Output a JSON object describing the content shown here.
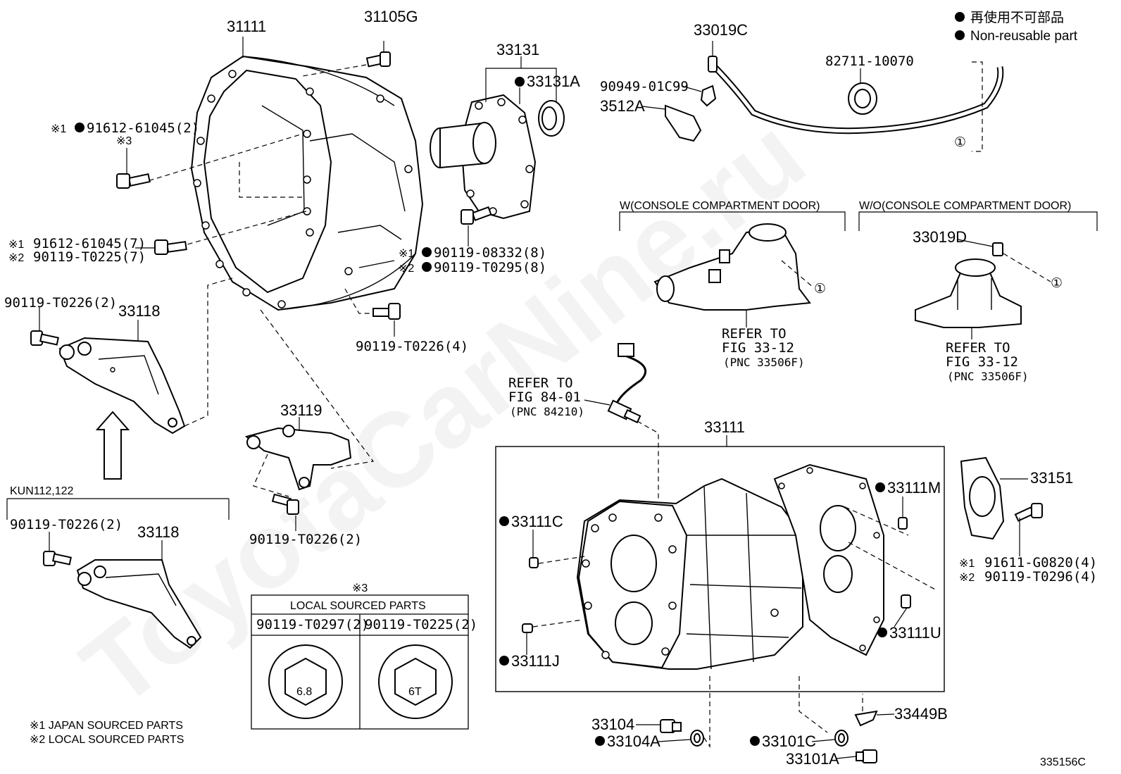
{
  "watermark": "ToyotaCarNine.ru",
  "legend": {
    "ja": "再使用不可部品",
    "en": "Non-reusable part"
  },
  "parts": {
    "p31111": "31111",
    "p31105G": "31105G",
    "p33131": "33131",
    "p33131A": "33131A",
    "p33019C": "33019C",
    "p90949": "90949-01C99",
    "p3512A": "3512A",
    "p82711": "82711-10070",
    "bolt_91612_2": "91612-61045(2)",
    "bolt_91612_7": "91612-61045(7)",
    "bolt_90119_T0225_7": "90119-T0225(7)",
    "bolt_90119_08332": "90119-08332(8)",
    "bolt_90119_T0295": "90119-T0295(8)",
    "bolt_90119_T0226_2a": "90119-T0226(2)",
    "p33118a": "33118",
    "bolt_90119_T0226_4": "90119-T0226(4)",
    "p33119": "33119",
    "bolt_90119_T0226_2b": "90119-T0226(2)",
    "p33118b": "33118",
    "bolt_90119_T0226_2c": "90119-T0226(2)",
    "p33019D": "33019D",
    "p33111": "33111",
    "p33111M": "33111M",
    "p33111C": "33111C",
    "p33111J": "33111J",
    "p33111U": "33111U",
    "p33151": "33151",
    "bolt_91611": "91611-G0820(4)",
    "bolt_90119_T0296": "90119-T0296(4)",
    "p33104": "33104",
    "p33104A": "33104A",
    "p33101C": "33101C",
    "p33101A": "33101A",
    "p33449B": "33449B"
  },
  "marks": {
    "ref1": "※1",
    "ref2": "※2",
    "ref3": "※3",
    "circle1": "①"
  },
  "refs": {
    "refer_to": "REFER TO",
    "fig_84_01": "FIG 84-01",
    "pnc_84210": "(PNC 84210)",
    "fig_33_12": "FIG 33-12",
    "pnc_33506F": "(PNC 33506F)"
  },
  "sections": {
    "with_console": "W(CONSOLE COMPARTMENT DOOR)",
    "without_console": "W/O(CONSOLE COMPARTMENT DOOR)",
    "kun": "KUN112,122"
  },
  "local_table": {
    "title": "LOCAL SOURCED PARTS",
    "col1": "90119-T0297(2)",
    "col2": "90119-T0225(2)",
    "hex1": "6.8",
    "hex2": "6T"
  },
  "footnotes": {
    "japan": "※1 JAPAN SOURCED PARTS",
    "local": "※2 LOCAL SOURCED PARTS"
  },
  "diagram_code": "335156C",
  "colors": {
    "ink": "#000000",
    "paper": "#ffffff"
  }
}
